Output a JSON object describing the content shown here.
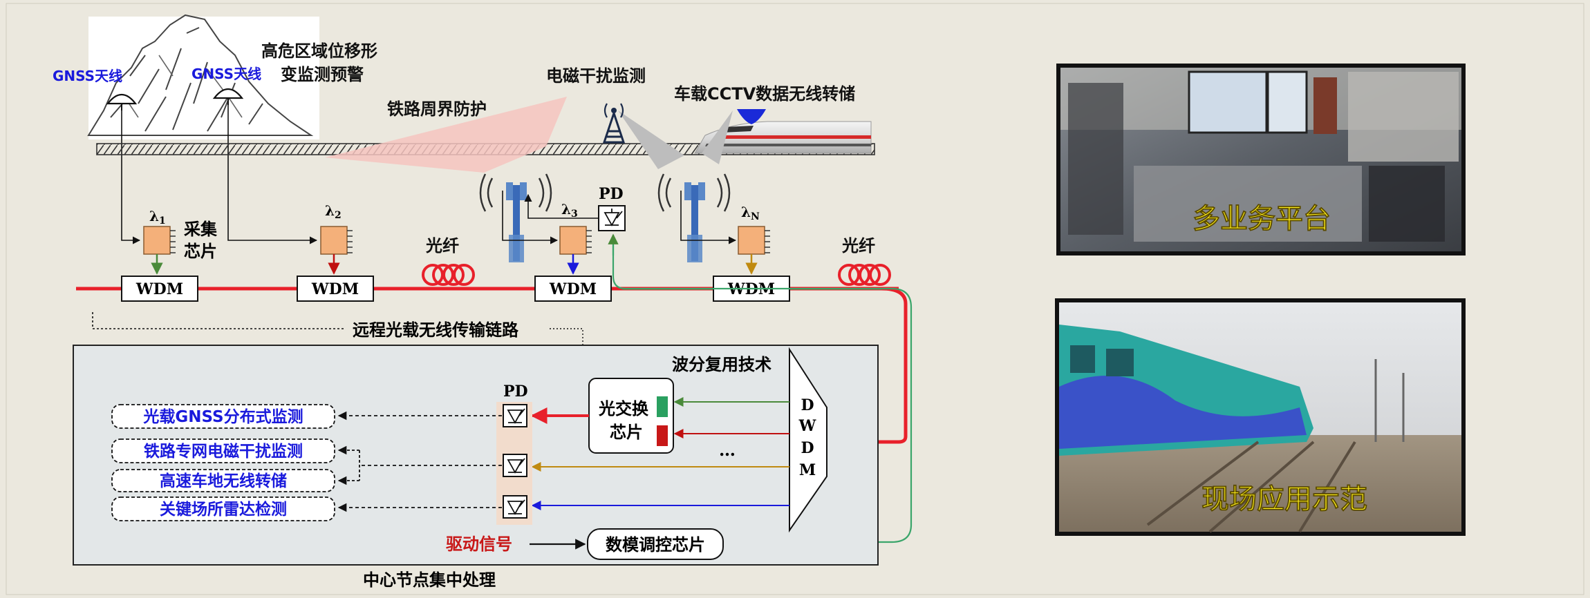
{
  "labels": {
    "gnss_antenna_1": "GNSS天线",
    "gnss_antenna_2": "GNSS天线",
    "landslide_monitoring_line1": "高危区域位移形",
    "landslide_monitoring_line2": "变监测预警",
    "em_interference_monitoring": "电磁干扰监测",
    "rail_perimeter_protection": "铁路周界防护",
    "onboard_cctv": "车载CCTV数据无线转储",
    "pd_top": "PD",
    "acq_chip_line1": "采集",
    "acq_chip_line2": "芯片",
    "fiber_left": "光纤",
    "fiber_right": "光纤",
    "remote_link": "远程光载无线传输链路",
    "wdm_mux_tech": "波分复用技术",
    "pd_bottom": "PD",
    "optical_switch_line1": "光交换",
    "optical_switch_line2": "芯片",
    "ellipsis": "…",
    "drive_signal": "驱动信号",
    "dac_chip": "数模调控芯片",
    "central_processing": "中心节点集中处理"
  },
  "wavelengths": [
    {
      "base": "λ",
      "sub": "1"
    },
    {
      "base": "λ",
      "sub": "2"
    },
    {
      "base": "λ",
      "sub": "3"
    },
    {
      "base": "λ",
      "sub": "N"
    }
  ],
  "wdm_nodes": [
    "WDM",
    "WDM",
    "WDM",
    "WDM"
  ],
  "dwdm_letters": [
    "D",
    "W",
    "D",
    "M"
  ],
  "services": [
    "光载GNSS分布式监测",
    "铁路专网电磁干扰监测",
    "高速车地无线转储",
    "关键场所雷达检测"
  ],
  "photos": {
    "platform_caption": "多业务平台",
    "field_caption": "现场应用示范"
  },
  "colors": {
    "fiber_red": "#e8202a",
    "green_line": "#3aa56a",
    "service_blue": "#1a1adc",
    "label_yellow": "#ffef1a",
    "chip_orange": "#f4b07a"
  }
}
